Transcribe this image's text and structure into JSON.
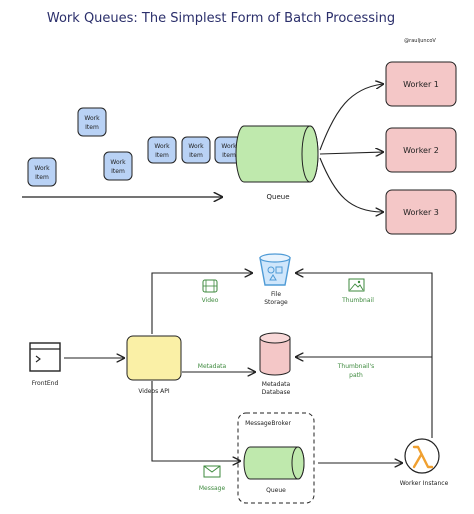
{
  "title": "Work Queues: The Simplest Form of Batch Processing",
  "credit": "@rauljuncoV",
  "top_diagram": {
    "work_items": [
      {
        "line1": "Work",
        "line2": "Item"
      },
      {
        "line1": "Work",
        "line2": "Item"
      },
      {
        "line1": "Work",
        "line2": "Item"
      },
      {
        "line1": "Work",
        "line2": "Item"
      },
      {
        "line1": "Work",
        "line2": "Item"
      },
      {
        "line1": "Work",
        "line2": "Item"
      }
    ],
    "queue_label": "Queue",
    "workers": [
      "Worker 1",
      "Worker 2",
      "Worker 3"
    ]
  },
  "bottom_diagram": {
    "frontend_label": "FrontEnd",
    "videos_api_label": "Videos API",
    "file_storage_label": {
      "line1": "File",
      "line2": "Storage"
    },
    "metadata_db_label": {
      "line1": "Metadata",
      "line2": "Database"
    },
    "message_broker_label": "MessageBroker",
    "queue_label": "Queue",
    "worker_instance_label": "Worker Instance",
    "edge_video": "Video",
    "edge_thumbnail": "Thumbnail",
    "edge_metadata": "Metadata",
    "edge_thumbnail_path": {
      "line1": "Thumbnail's",
      "line2": "path"
    },
    "edge_message": "Message"
  },
  "colors": {
    "work_item": "#b9d2f5",
    "queue": "#bfe9ad",
    "worker": "#f4c7c7",
    "api": "#faf0a6",
    "storage_icon": "#4f9bd6",
    "database": "#f4c7c7",
    "lambda": "#f0a030",
    "edge_label": "#3e8a3e"
  }
}
